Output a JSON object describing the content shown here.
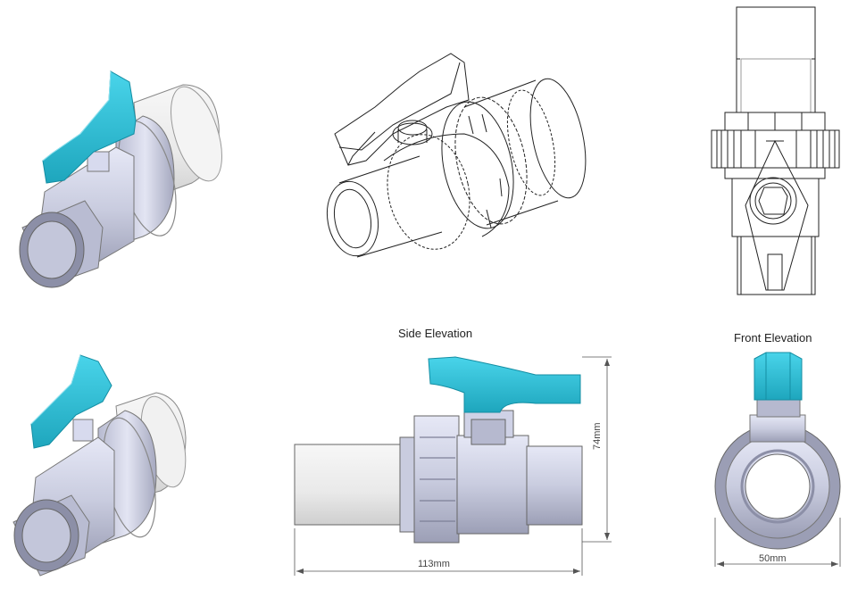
{
  "views": {
    "side_elevation": {
      "title": "Side Elevation",
      "width_dim": "113mm",
      "height_dim": "74mm"
    },
    "front_elevation": {
      "title": "Front Elevation",
      "width_dim": "50mm"
    }
  },
  "colors": {
    "handle": "#2ec4dd",
    "handle_dark": "#1a9ab0",
    "body": "#d6d9ef",
    "body_shade": "#aeb1c8",
    "body_dark": "#8f91a8",
    "pipe": "#f2f2f2",
    "line": "#222222"
  }
}
